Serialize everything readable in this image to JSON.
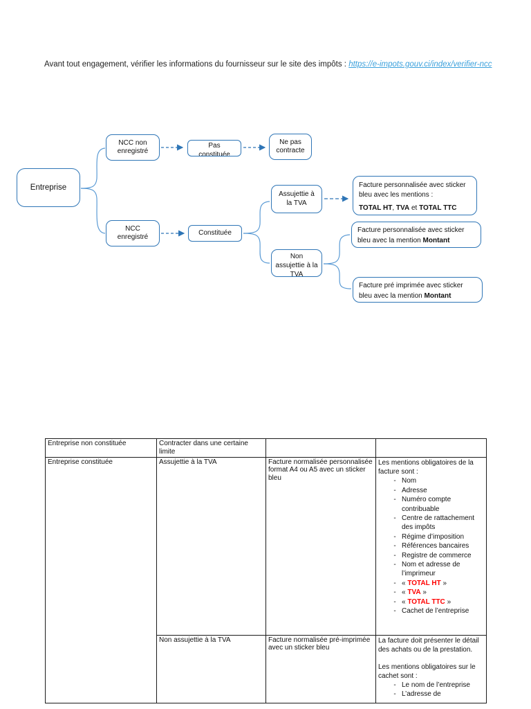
{
  "intro": {
    "text": "Avant tout engagement, vérifier les informations du fournisseur sur le site des impôts :  ",
    "link": "https://e-impots.gouv.ci/index/verifier-ncc"
  },
  "colors": {
    "box_border": "#2e75b6",
    "arrow": "#2e75b6",
    "connector": "#5b9bd5",
    "link": "#3aa0dc",
    "highlight": "#ff0000"
  },
  "flowchart": {
    "nodes": {
      "entreprise": "Entreprise",
      "ncc_non_enregistre": "NCC non enregistré",
      "pas_constituee": "Pas constituée",
      "ne_pas_contracte": "Ne pas contracte",
      "ncc_enregistre": "NCC enregistré",
      "constituee": "Constituée",
      "assujettie_tva": "Assujettie à la TVA",
      "non_assujettie_tva": "Non assujettie à la TVA"
    },
    "facture1": {
      "line1": "Facture personnalisée avec sticker bleu avec les mentions :",
      "bold1": "TOTAL HT",
      "sep1": ", ",
      "bold2": "TVA",
      "sep2": " et ",
      "bold3": "TOTAL TTC"
    },
    "facture2": {
      "text": "Facture personnalisée avec sticker bleu avec la mention ",
      "bold": "Montant"
    },
    "facture3": {
      "text": "Facture pré imprimée avec sticker bleu avec la mention ",
      "bold": "Montant"
    }
  },
  "table": {
    "row1": {
      "c1": "Entreprise non constituée",
      "c2": "Contracter dans une certaine limite",
      "c3": "",
      "c4": ""
    },
    "row2": {
      "c1": "Entreprise constituée",
      "c2": "Assujettie à la TVA",
      "c3": "Facture normalisée personnalisée format A4 ou A5 avec un sticker bleu",
      "c4_intro": "Les mentions obligatoires de la facture sont :",
      "c4_items": [
        "Nom",
        "Adresse",
        "Numéro compte contribuable",
        "Centre de rattachement des impôts",
        "Régime d’imposition",
        "Références bancaires",
        "Registre de commerce",
        "Nom et adresse de l’imprimeur"
      ],
      "c4_red_items": [
        "TOTAL HT",
        "TVA",
        "TOTAL TTC"
      ],
      "c4_items_after": [
        "Cachet de l’entreprise"
      ]
    },
    "row3": {
      "c2": "Non assujettie à la TVA",
      "c3": "Facture normalisée pré-imprimée avec un sticker bleu",
      "c4_p1": "La facture doit présenter le détail des achats ou de la prestation.",
      "c4_p2": "Les mentions obligatoires sur le cachet sont :",
      "c4_items": [
        "Le nom de l’entreprise",
        "L’adresse de"
      ]
    }
  }
}
